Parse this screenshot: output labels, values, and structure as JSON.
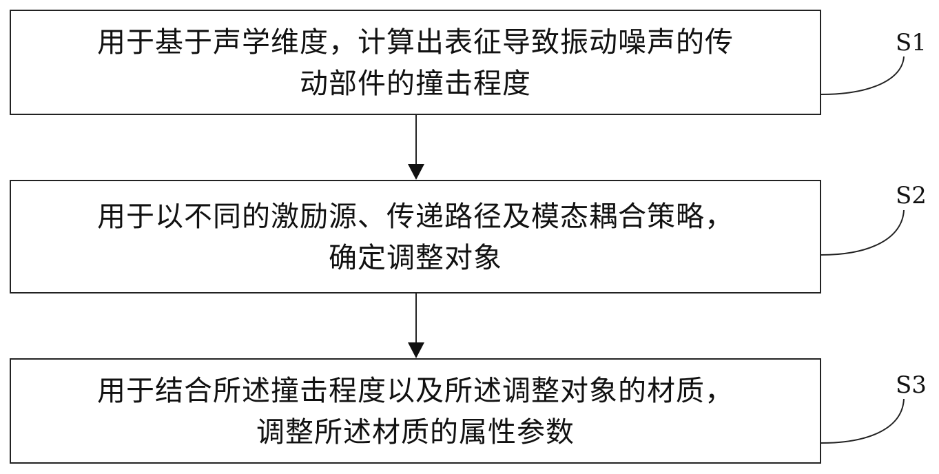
{
  "steps": [
    {
      "label": "S1",
      "text_line1": "用于基于声学维度，计算出表征导致振动噪声的传",
      "text_line2": "动部件的撞击程度"
    },
    {
      "label": "S2",
      "text_line1": "用于以不同的激励源、传递路径及模态耦合策略，",
      "text_line2": "确定调整对象"
    },
    {
      "label": "S3",
      "text_line1": "用于结合所述撞击程度以及所述调整对象的材质，",
      "text_line2": "调整所述材质的属性参数"
    }
  ],
  "colors": {
    "stroke": "#222222",
    "background": "#ffffff",
    "text": "#111111"
  }
}
